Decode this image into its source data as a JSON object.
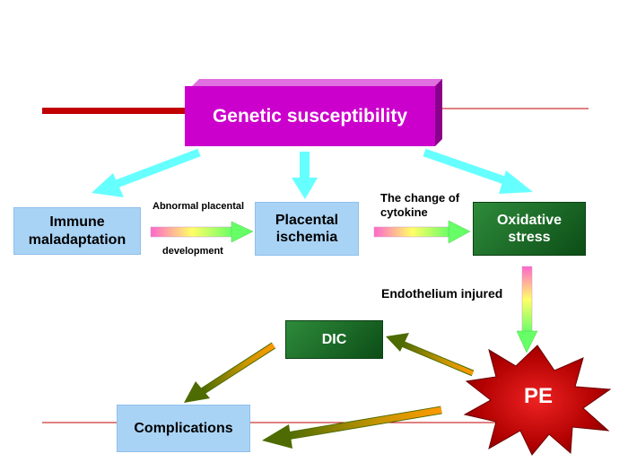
{
  "nodes": {
    "genetic": "Genetic susceptibility",
    "immune": "Immune maladaptation",
    "placental": "Placental ischemia",
    "oxidative": "Oxidative stress",
    "dic": "DIC",
    "pe": "PE",
    "complications": "Complications"
  },
  "edge_labels": {
    "abnormal_top": "Abnormal placental",
    "abnormal_bottom": "development",
    "cytokine_line1": "The change of",
    "cytokine_line2": "cytokine",
    "endothelium": "Endothelium injured"
  },
  "colors": {
    "genetic_box": "#cc00cc",
    "blue_box": "#a9d3f5",
    "green_box": "#1a6b26",
    "pe_star": "#c00000",
    "accent_line": "#c00000",
    "cyan_arrow": "#66ffff"
  }
}
